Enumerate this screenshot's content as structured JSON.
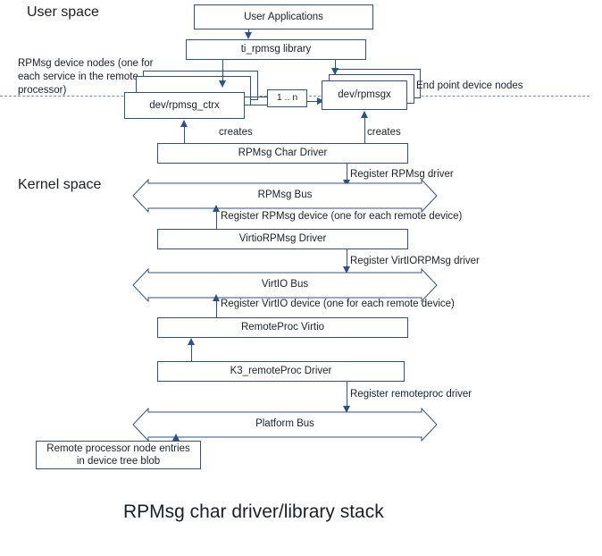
{
  "diagram": {
    "title": "RPMsg char driver/library stack",
    "regions": {
      "user_space": "User space",
      "kernel_space": "Kernel space"
    },
    "boxes": {
      "user_applications": "User Applications",
      "ti_rpmsg_library": "ti_rpmsg library",
      "dev_rpmsg_ctrx": "dev/rpmsg_ctrx",
      "dev_rpmsgx": "dev/rpmsgx",
      "one_to_n": "1 .. n",
      "rpmsg_char_driver": "RPMsg Char Driver",
      "virtiorpmsg_driver": "VirtioRPMsg Driver",
      "remoteproc_virtio": "RemoteProc  Virtio",
      "k3_remoteproc_driver": "K3_remoteProc  Driver",
      "device_tree_node": "Remote  processor node entries in device tree blob"
    },
    "buses": {
      "rpmsg_bus": "RPMsg Bus",
      "virtio_bus": "VirtIO Bus",
      "platform_bus": "Platform Bus"
    },
    "annotations": {
      "rpmsg_device_nodes": "RPMsg device nodes (one for each service in the remote processor)",
      "end_point_device_nodes": "End point device nodes",
      "creates_left": "creates",
      "creates_right": "creates",
      "register_rpmsg_driver": "Register RPMsg driver",
      "register_rpmsg_device": "Register RPMsg device (one for each remote  device)",
      "register_virtiorpmsg_driver": "Register VirtIORPMsg driver",
      "register_virtio_device": "Register VirtIO device (one for each remote  device)",
      "register_remoteproc_driver": "Register remoteproc  driver"
    },
    "colors": {
      "stroke": "#2e5184",
      "text": "#17202a",
      "dashed": "#6b8fc4",
      "background": "#ffffff"
    }
  }
}
